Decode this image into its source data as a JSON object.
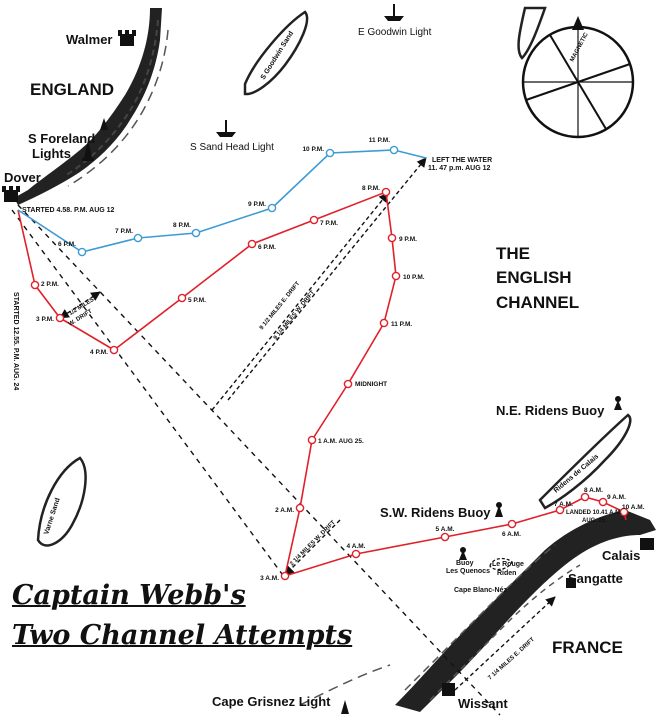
{
  "title": {
    "line1": "Captain Webb's",
    "line2": "Two Channel Attempts"
  },
  "regions": {
    "england": "ENGLAND",
    "france": "FRANCE",
    "channel": [
      "THE",
      "ENGLISH",
      "CHANNEL"
    ]
  },
  "places": {
    "walmer": "Walmer",
    "dover": "Dover",
    "south_foreland": [
      "S Foreland",
      "Lights"
    ],
    "east_goodwin": "E Goodwin Light",
    "south_goodwin_sand": "S Goodwin Sand",
    "south_sand_head": "S Sand Head Light",
    "varne_sand": "Varne Sand",
    "ne_ridens": "N.E. Ridens Buoy",
    "sw_ridens": "S.W. Ridens Buoy",
    "ridens_de_calais": "Ridens de Calais",
    "buoy_quenocs": [
      "Buoy",
      "Les Quenocs"
    ],
    "le_rouge_riden": [
      "Le Rouge",
      "Riden"
    ],
    "cape_blanc_nez": "Cape Blanc-Néz",
    "calais": "Calais",
    "sangatte": "Sangatte",
    "wissant": "Wissant",
    "cape_grisnez": "Cape Grisnez Light"
  },
  "compass": {
    "label": "MAGNETIC"
  },
  "first_attempt": {
    "color": "#3d9bd3",
    "start": "STARTED 4.58. P.M. AUG 12",
    "end": [
      "LEFT THE WATER",
      "11. 47 p.m. AUG 12"
    ],
    "times": [
      "6 P.M.",
      "7 P.M.",
      "8 P.M.",
      "9 P.M.",
      "10 P.M.",
      "11 P.M."
    ]
  },
  "second_attempt": {
    "color": "#e0202a",
    "start": "STARTED 12.55. P.M. AUG. 24",
    "end": [
      "LANDED 10.41 A.M.",
      "AUG. 25"
    ],
    "times": [
      "2 P.M.",
      "3 P.M.",
      "4 P.M.",
      "5 P.M.",
      "6 P.M.",
      "7 P.M.",
      "8 P.M.",
      "9 P.M.",
      "10 P.M.",
      "11 P.M.",
      "MIDNIGHT",
      "1 A.M. AUG 25.",
      "2 A.M.",
      "3 A.M.",
      "4 A.M.",
      "5 A.M.",
      "6 A.M.",
      "7 A.M.",
      "8 A.M.",
      "9 A.M.",
      "10 A.M."
    ]
  },
  "drifts": {
    "w_drift_1": [
      "1 1/2 MILES",
      "W. DRIFT"
    ],
    "e_drift": "9 1/2 MILES E. DRIFT",
    "w_drift_9": "9 1/4 MILES W. DRIFT",
    "w_drift_2": "2 1/4 MILES W. DRIFT",
    "e_drift_7": "7 1/4 MILES E. DRIFT"
  }
}
